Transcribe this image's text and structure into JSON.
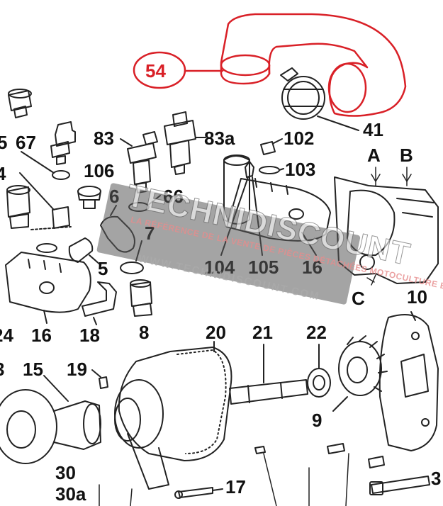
{
  "callout": {
    "part": "54",
    "color": "#d92027"
  },
  "labels": {
    "l54": "54",
    "l41": "41",
    "l67": "67",
    "l5top": "5",
    "l4": "4",
    "l83": "83",
    "l83a": "83a",
    "l102": "102",
    "l106": "106",
    "l103": "103",
    "lA": "A",
    "lB": "B",
    "l6": "6",
    "l66": "66",
    "l7": "7",
    "l5": "5",
    "l104": "104",
    "l105": "105",
    "l16r": "16",
    "lC": "C",
    "l10": "10",
    "l16l": "16",
    "l18": "18",
    "l8": "8",
    "l24": "24",
    "l20": "20",
    "l21": "21",
    "l22": "22",
    "l3": "3",
    "l15": "15",
    "l19": "19",
    "l9": "9",
    "l30": "30",
    "l30a": "30a",
    "l17": "17",
    "l3r": "3"
  },
  "watermark": {
    "brand": "TECHNIDISCOUNT",
    "tagline": "LA RÉFÉRENCE DE LA VENTE DE PIÈCES DÉTACHÉES MOTOCULTURE EN LIGNE",
    "url": "WWW.TECHNIDISCOUNT.COM"
  }
}
